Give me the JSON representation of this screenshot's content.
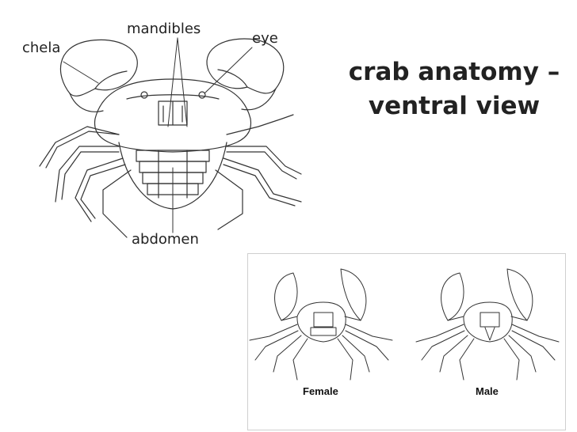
{
  "slide": {
    "title_line1": "crab anatomy –",
    "title_line2": "ventral view"
  },
  "diagram": {
    "labels": {
      "chela": "chela",
      "mandibles": "mandibles",
      "eye": "eye",
      "abdomen": "abdomen"
    }
  },
  "comparison": {
    "female_label": "Female",
    "male_label": "Male"
  }
}
